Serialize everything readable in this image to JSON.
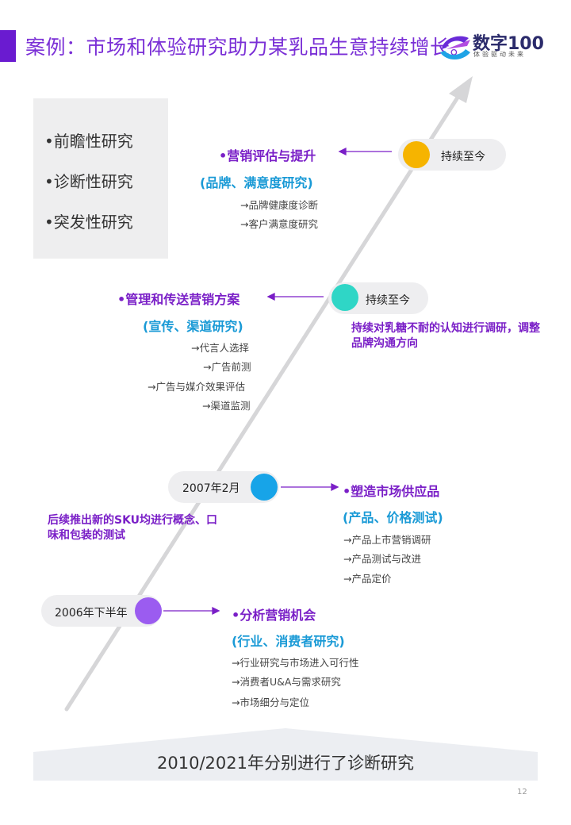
{
  "title": "案例：市场和体验研究助力某乳品生意持续增长。",
  "logo": {
    "name": "数字100",
    "slogan": "体验驱动未来"
  },
  "research_types": [
    "•前瞻性研究",
    "•诊断性研究",
    "•突发性研究"
  ],
  "milestones": [
    {
      "time": "持续至今",
      "heading": "•营销评估与提升",
      "subheading": "(品牌、满意度研究)",
      "items": [
        "→品牌健康度诊断",
        "→客户满意度研究"
      ],
      "color": "#f6b400"
    },
    {
      "time": "持续至今",
      "heading": "•管理和传送营销方案",
      "subheading": "(宣传、渠道研究)",
      "items": [
        "→代言人选择",
        "→广告前测",
        "→广告与媒介效果评估",
        "→渠道监测"
      ],
      "note": "持续对乳糖不耐的认知进行调研，调整品牌沟通方向",
      "color": "#2fd6c6"
    },
    {
      "time": "2007年2月",
      "heading": "•塑造市场供应品",
      "subheading": "(产品、价格测试)",
      "items": [
        "→产品上市营销调研",
        "→产品测试与改进",
        "→产品定价"
      ],
      "note": "后续推出新的SKU均进行概念、口味和包装的测试",
      "color": "#17a4e8"
    },
    {
      "time": "2006年下半年",
      "heading": "•分析营销机会",
      "subheading": "(行业、消费者研究)",
      "items": [
        "→行业研究与市场进入可行性",
        "→消费者U&A与需求研究",
        "→市场细分与定位"
      ],
      "color": "#9b5cf0"
    }
  ],
  "footer": "2010/2021年分别进行了诊断研究",
  "page_number": "12"
}
